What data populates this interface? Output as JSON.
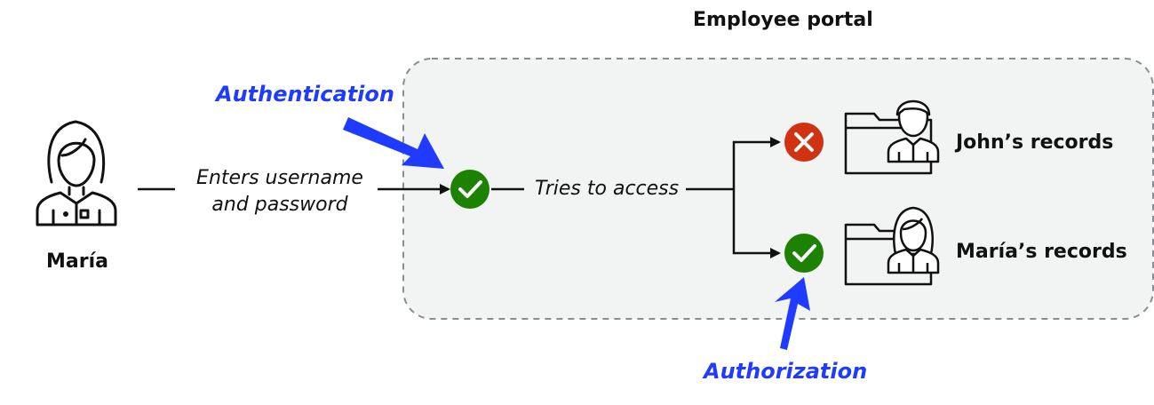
{
  "title": "Employee portal",
  "user": {
    "name": "María"
  },
  "step_login": {
    "line1": "Enters username",
    "line2": "and password"
  },
  "step_access": "Tries to access",
  "annotations": {
    "authentication": "Authentication",
    "authorization": "Authorization"
  },
  "records": {
    "john": "John’s records",
    "maria": "María’s records"
  },
  "colors": {
    "accent_blue": "#1f3bff",
    "success_green": "#1d8102",
    "deny_red": "#d13212",
    "portal_fill": "#f2f3f3",
    "portal_border": "#8a8d91",
    "stroke": "#111111"
  },
  "icons": [
    "user-icon",
    "check-icon",
    "deny-icon",
    "folder-icon",
    "arrow-icon"
  ]
}
